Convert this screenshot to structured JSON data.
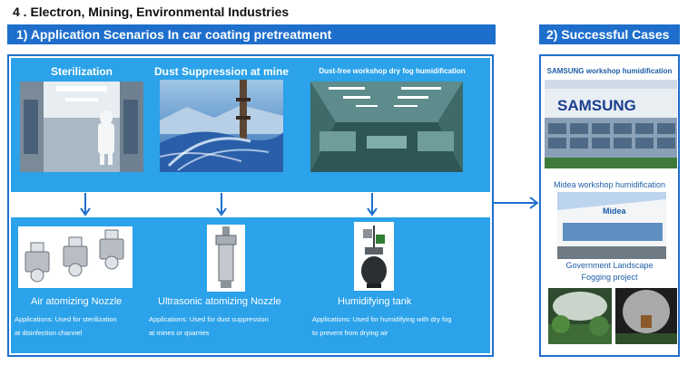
{
  "page": {
    "title": "4 . Electron, Mining, Environmental Industries"
  },
  "left_section": {
    "header": "1)  Application Scenarios In car coating pretreatment",
    "scenes": [
      {
        "label": "Sterilization"
      },
      {
        "label": "Dust Suppression at mine"
      },
      {
        "label": "Dust-free workshop dry fog humidification"
      }
    ],
    "products": [
      {
        "name": "Air atomizing Nozzle",
        "desc_line1": "Applications: Used for sterilization",
        "desc_line2": "at  disinfection channel"
      },
      {
        "name": "Ultrasonic atomizing Nozzle",
        "desc_line1": "Applications: Used for dust suppression",
        "desc_line2": "at mines or quarries"
      },
      {
        "name": "Humidifying tank",
        "desc_line1": "Applications: Used for humidifying with dry fog",
        "desc_line2": "to prevent from drying air"
      }
    ]
  },
  "right_section": {
    "header": "2)  Successful Cases",
    "cases": [
      {
        "label": "SAMSUNG workshop humidification",
        "sign": "SAMSUNG"
      },
      {
        "label": "Midea workshop humidification",
        "sign": "Midea"
      },
      {
        "label_line1": "Government Landscape",
        "label_line2": "Fogging project"
      }
    ]
  },
  "colors": {
    "header_blue": "#1e6fcc",
    "panel_blue": "#2ba2ea",
    "case_text": "#1e5fa8"
  }
}
